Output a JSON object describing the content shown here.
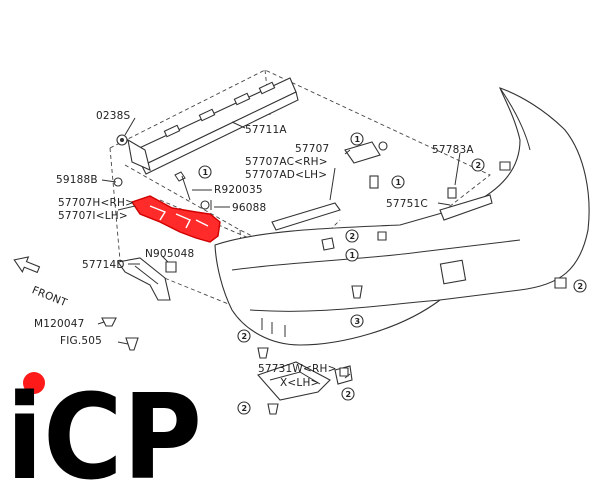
{
  "labels": {
    "p0238s": "0238S",
    "p57711a": "57711A",
    "p59188b": "59188B",
    "pr920035": "R920035",
    "p57707h": "57707H<RH>",
    "p57707i": "57707I<LH>",
    "p96088": "96088",
    "p57707": "57707",
    "p57707ac": "57707AC<RH>",
    "p57707ad": "57707AD<LH>",
    "p57783a": "57783A",
    "p57751c": "57751C",
    "pn905048": "N905048",
    "p57714d": "57714D",
    "pm120047": "M120047",
    "pfig505": "FIG.505",
    "p57731w": "57731W<RH>",
    "p5773x": "X<LH>",
    "front": "FRONT"
  },
  "callouts": {
    "c1": "1",
    "c2": "2",
    "c3": "3"
  },
  "logo": {
    "text": "iCP",
    "dot_color": "#ff1a1a",
    "highlight_color": "#ff2a2a"
  }
}
